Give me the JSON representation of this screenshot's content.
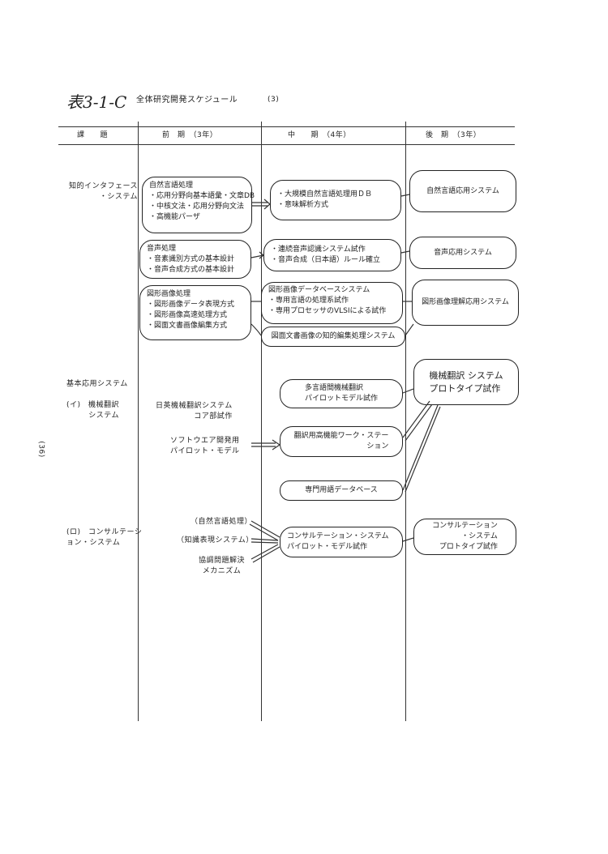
{
  "title": {
    "code": "表3-1-C",
    "text": "全体研究開発スケジュール",
    "number": "(3)"
  },
  "page_number": "(36)",
  "header": {
    "theme": "課　　題",
    "early": "前　期　（3年）",
    "middle": "中　　期　（4年）",
    "late": "後　期　（3年）"
  },
  "themes": {
    "intelligent_interface": "知的インタフェース\n・システム",
    "basic_app": "基本応用システム",
    "mt": "(イ)　機械翻訳\nシステム",
    "consult": "(ロ)　コンサルテーシ\nョン・システム"
  },
  "early": {
    "nlp": {
      "title": "自然言語処理",
      "items": [
        "・応用分野向基本語彙・文章DB",
        "・中核文法・応用分野向文法",
        "・高機能パーザ"
      ]
    },
    "speech": {
      "title": "音声処理",
      "items": [
        "・音素識別方式の基本設計",
        "・音声合成方式の基本設計"
      ]
    },
    "image": {
      "title": "図形画像処理",
      "items": [
        "・図形画像データ表現方式",
        "・図形画像高速処理方式",
        "・図面文書画像編集方式"
      ]
    },
    "mt_core": "日英機械翻訳システム\nコア部試作",
    "sw_pilot": "ソフトウエア開発用\nパイロット・モデル",
    "c_nlp": "（自然言語処理）",
    "c_kr": "（知識表現システム）",
    "c_coop": "協調問題解決\nメカニズム"
  },
  "middle": {
    "nlp": [
      "・大規模自然言語処理用ＤＢ",
      "・意味解析方式"
    ],
    "speech": [
      "・連続音声認識システム試作",
      "・音声合成（日本語）ルール確立"
    ],
    "image": {
      "title": "図形画像データベースシステム",
      "items": [
        "・専用言語の処理系試作",
        "・専用プロセッサのVLSIによる試作"
      ]
    },
    "image2": "図面文書画像の知的編集処理システム",
    "multi_mt": "多言語間機械翻訳\nパイロットモデル試作",
    "workstation": "翻訳用高機能ワーク・ステー\nション",
    "term_db": "専門用語データベース",
    "consult": "コンサルテーション・システム\nパイロット・モデル試作"
  },
  "late": {
    "nlp": "自然言語応用システム",
    "speech": "音声応用システム",
    "image": "図形画像理解応用システム",
    "mt": "機械翻訳 システム\nプロトタイプ試作",
    "consult": "コンサルテーション\n・システム\nプロトタイプ試作"
  }
}
